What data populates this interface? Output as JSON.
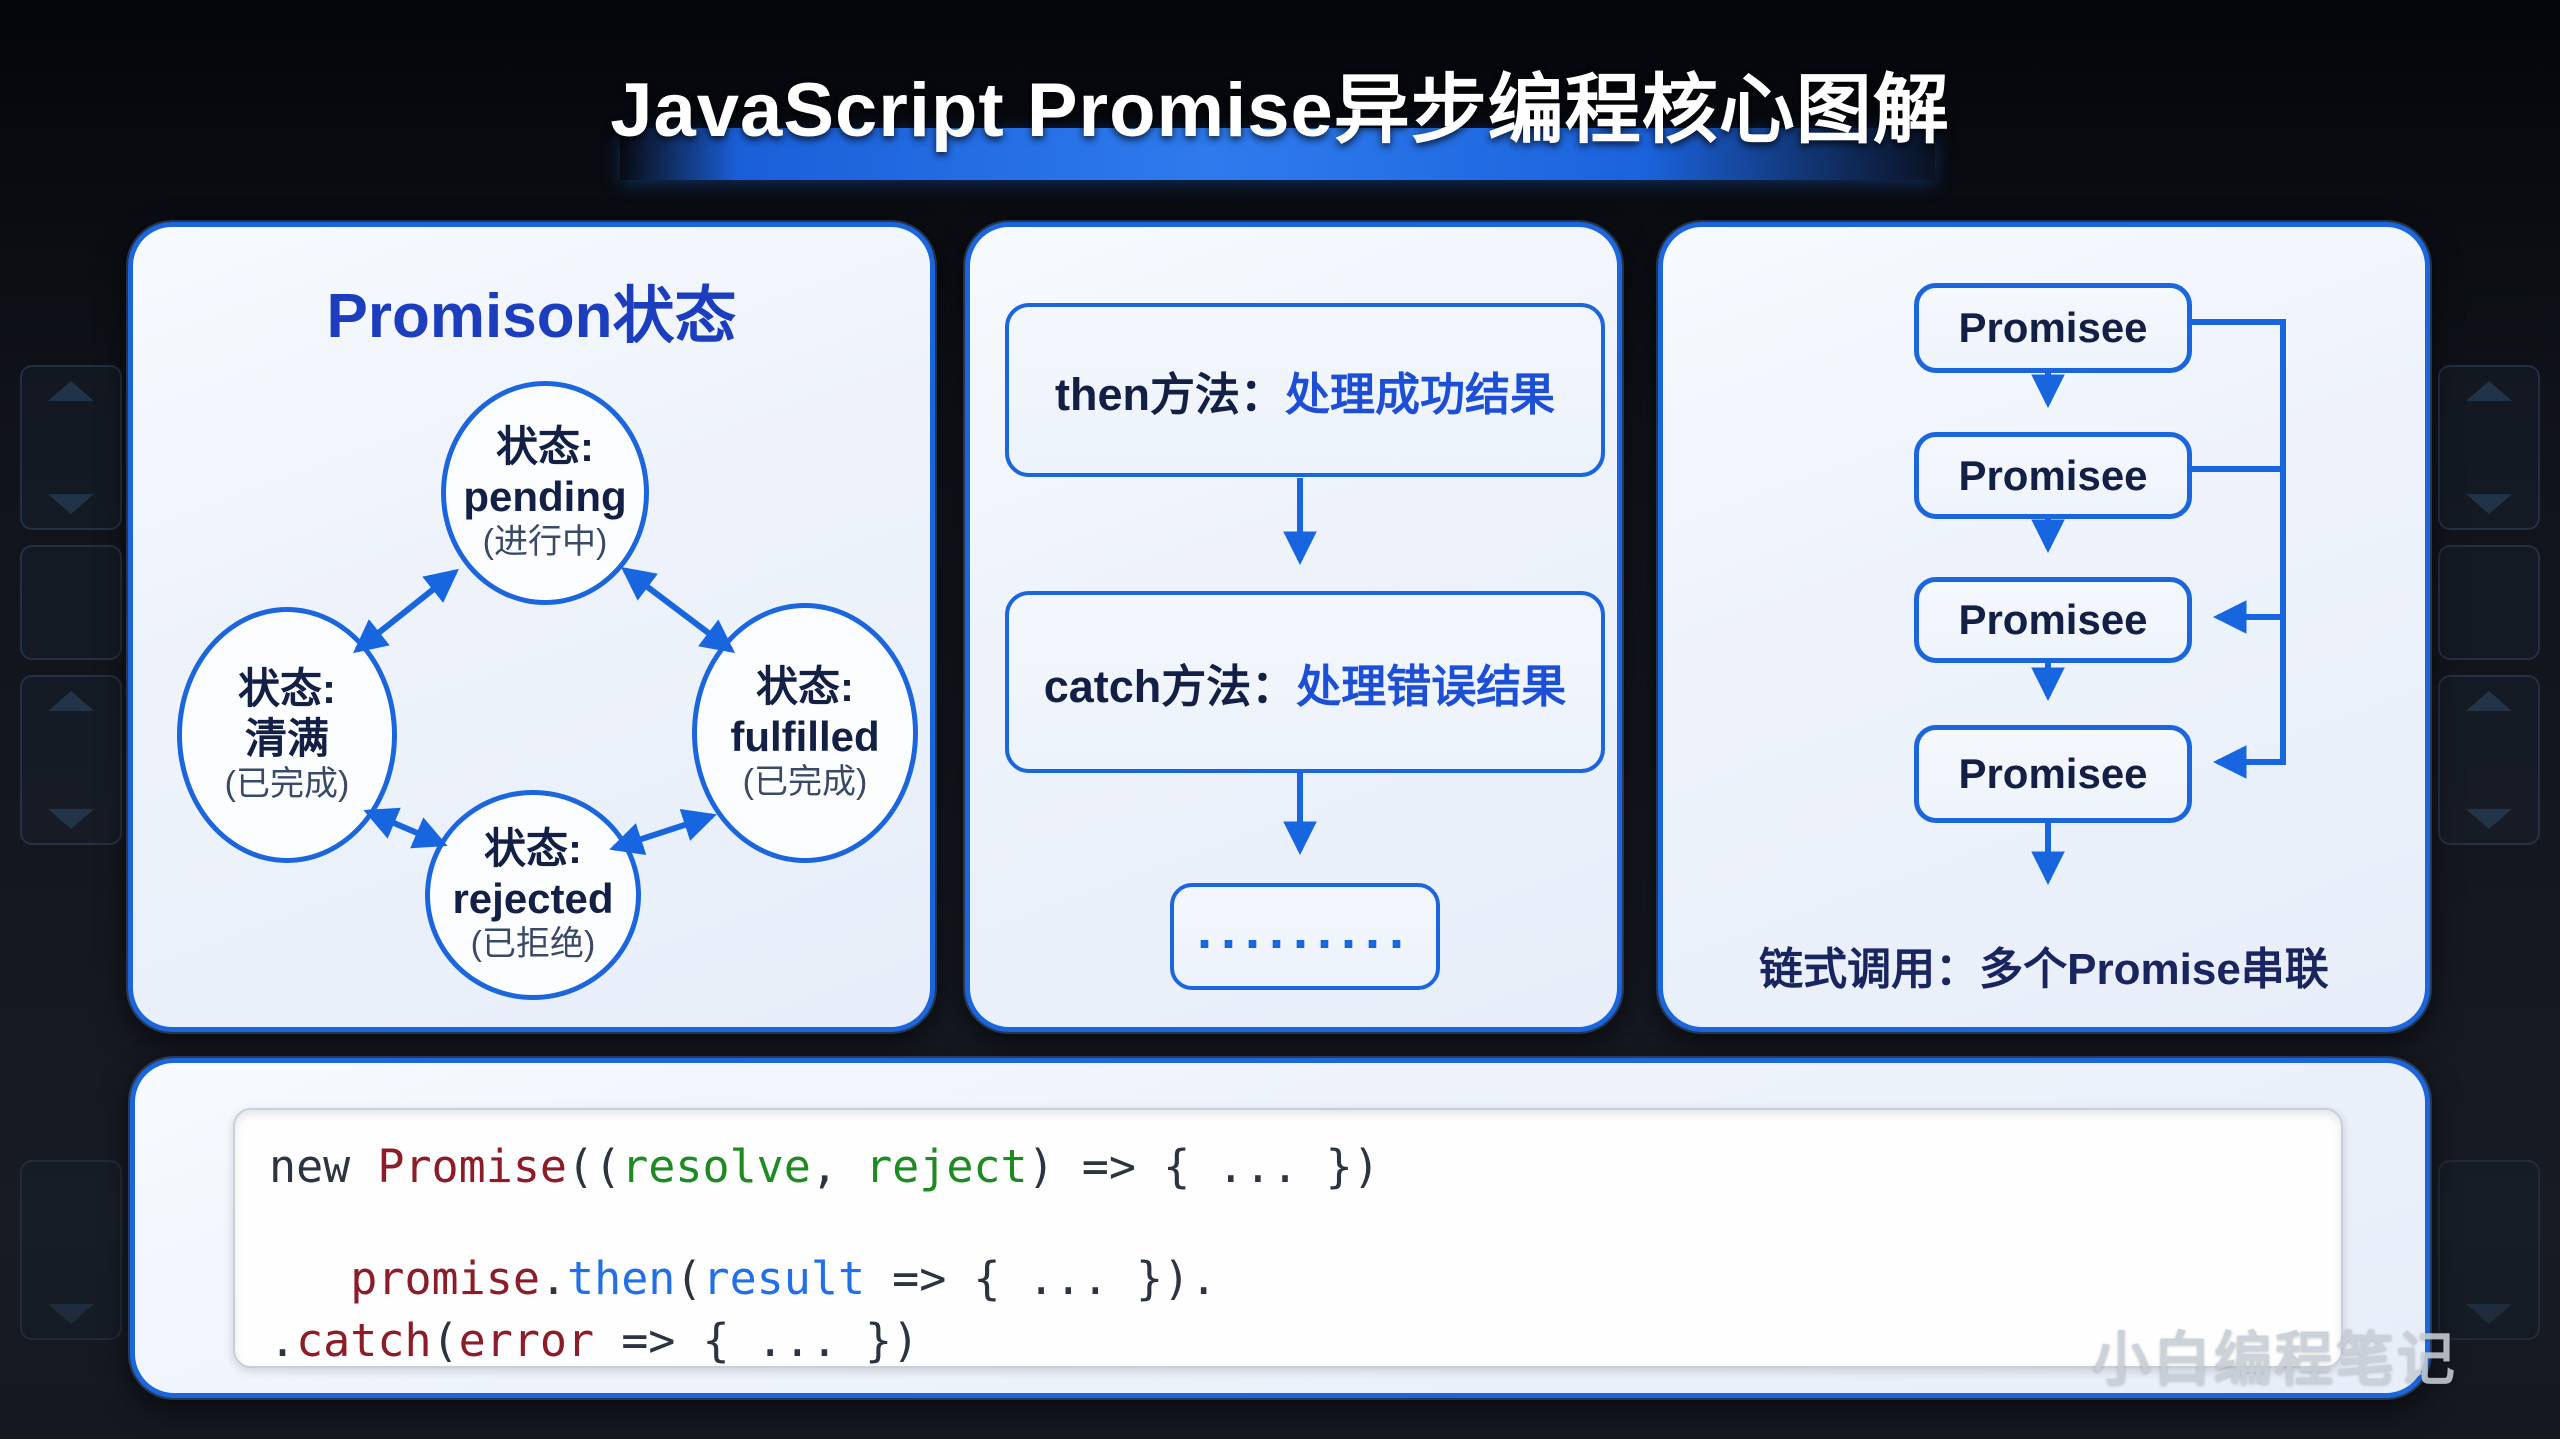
{
  "title": "JavaScript Promise异步编程核心图解",
  "panels": {
    "states": {
      "title": "Promison状态",
      "pending": {
        "l1": "状态:",
        "l2": "pending",
        "l3": "(进行中)"
      },
      "done": {
        "l1": "状态:",
        "l2": "清满",
        "l3": "(已完成)"
      },
      "fulfilled": {
        "l1": "状态:",
        "l2": "fulfilled",
        "l3": "(已完成)"
      },
      "rejected": {
        "l1": "状态:",
        "l2": "rejected",
        "l3": "(已拒绝)"
      }
    },
    "methods": {
      "then_label": "then方法：",
      "then_desc": "处理成功结果",
      "catch_label": "catch方法：",
      "catch_desc": "处理错误结果",
      "dots": "........."
    },
    "chain": {
      "box1": "Promisee",
      "box2": "Promisee",
      "box3": "Promisee",
      "box4": "Promisee",
      "caption": "链式调用：多个Promise串联"
    }
  },
  "code": {
    "line1": {
      "kw": "new ",
      "cls": "Promise",
      "p1": "((",
      "a1": "resolve",
      "sep": ", ",
      "a2": "reject",
      "rest": ") => { ... })"
    },
    "line2": {
      "indent": "   ",
      "obj": "promise",
      "d1": ".",
      "m": "then",
      "p2": "(",
      "a1": "result",
      "rest": " => { ... })."
    },
    "line3": {
      "d1": ".",
      "m": "catch",
      "p2": "(",
      "a1": "error",
      "rest": " => { ... })"
    }
  },
  "watermark": "小白编程笔记",
  "colors": {
    "panel-border": "#1b66dd",
    "arrow": "#1766e0",
    "navy": "#131f45",
    "blue-text": "#1d4fd6",
    "panel-title": "#1c3dbd",
    "code-plain": "#2d3441",
    "code-red": "#8c1c28",
    "code-green": "#1e8a22",
    "code-blue": "#2170e8",
    "band-blue": "#2e7bee",
    "watermark": "#c6ccd5"
  }
}
